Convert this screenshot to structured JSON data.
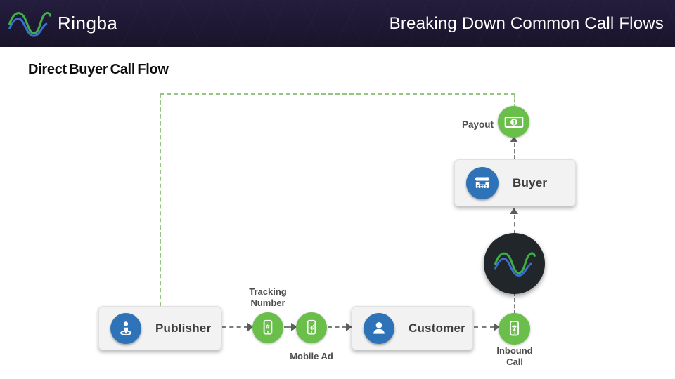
{
  "header": {
    "brand": "Ringba",
    "title": "Breaking Down Common Call Flows"
  },
  "slide": {
    "heading": "Direct Buyer Call Flow"
  },
  "flow": {
    "publisher_label": "Publisher",
    "tracking_number_label": "Tracking Number",
    "mobile_ad_label": "Mobile Ad",
    "customer_label": "Customer",
    "inbound_call_label": "Inbound Call",
    "buyer_label": "Buyer",
    "payout_label": "Payout",
    "banknote_digit": "1",
    "tracking_glyph": "#"
  },
  "colors": {
    "header_bg": "#1e1834",
    "node_green": "#6abf4b",
    "node_blue": "#2e73b8",
    "ringba_circle": "#21262b",
    "card_bg": "#f2f2f2",
    "connector_gray": "#7b7b7b",
    "connector_green": "#95c57e",
    "logo_wave_green": "#3fae49",
    "logo_wave_blue": "#3a6fd0"
  }
}
